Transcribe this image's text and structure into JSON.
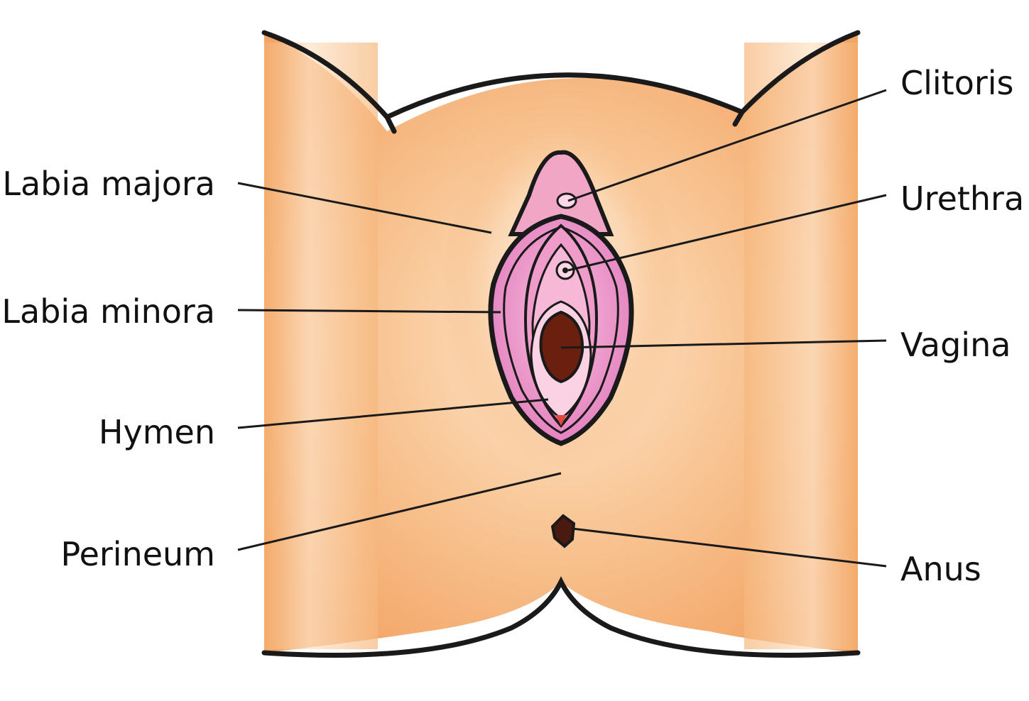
{
  "diagram": {
    "labels": {
      "labia_majora": "Labia majora",
      "labia_minora": "Labia minora",
      "hymen": "Hymen",
      "perineum": "Perineum",
      "clitoris": "Clitoris",
      "urethra": "Urethra",
      "vagina": "Vagina",
      "anus": "Anus"
    },
    "colors": {
      "skin": "#f6b57a",
      "skin_light": "#fde3c8",
      "outline": "#1a1a1a",
      "pink_outer": "#e78fc6",
      "pink_inner": "#f3a6cf",
      "pink_light": "#f8c6df",
      "opening": "#6b1f0e",
      "label_text": "#111111"
    }
  }
}
